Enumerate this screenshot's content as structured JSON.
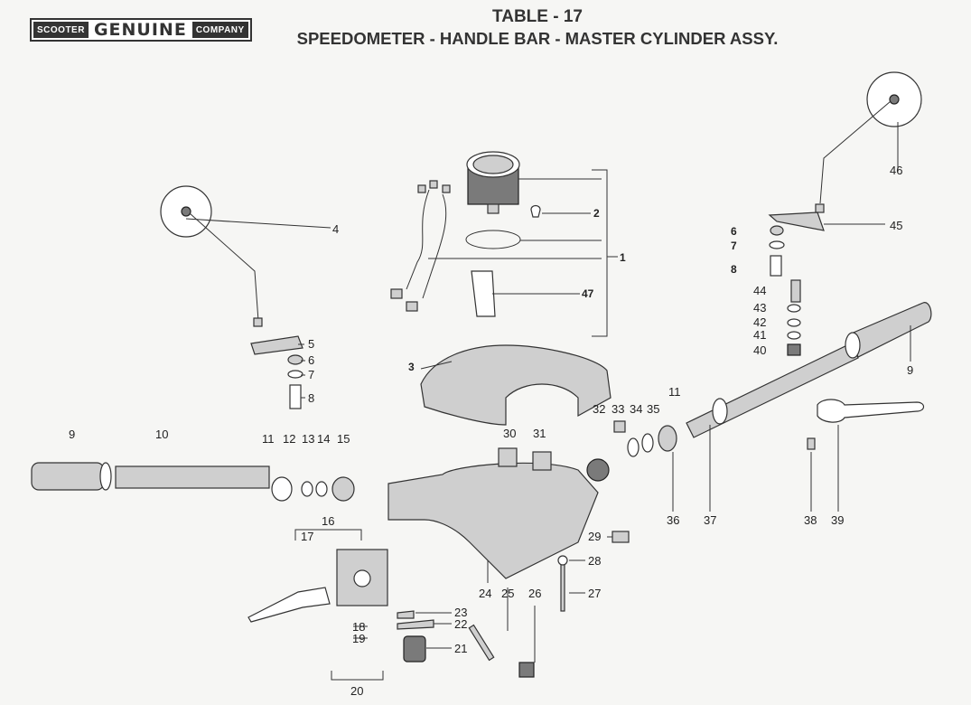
{
  "logo": {
    "left": "SCOOTER",
    "center": "GENUINE",
    "right": "COMPANY"
  },
  "header": {
    "title": "TABLE - 17",
    "subtitle": "SPEEDOMETER - HANDLE BAR - MASTER CYLINDER ASSY."
  },
  "callouts": [
    "1",
    "2",
    "3",
    "4",
    "5",
    "6",
    "7",
    "8",
    "9",
    "10",
    "11",
    "12",
    "13",
    "14",
    "15",
    "16",
    "17",
    "18",
    "19",
    "20",
    "21",
    "22",
    "23",
    "24",
    "25",
    "26",
    "27",
    "28",
    "29",
    "30",
    "31",
    "32",
    "33",
    "34",
    "35",
    "36",
    "37",
    "38",
    "39",
    "40",
    "41",
    "42",
    "43",
    "44",
    "45",
    "46",
    "47"
  ],
  "callouts_right": [
    "6",
    "7",
    "8",
    "11",
    "9"
  ]
}
